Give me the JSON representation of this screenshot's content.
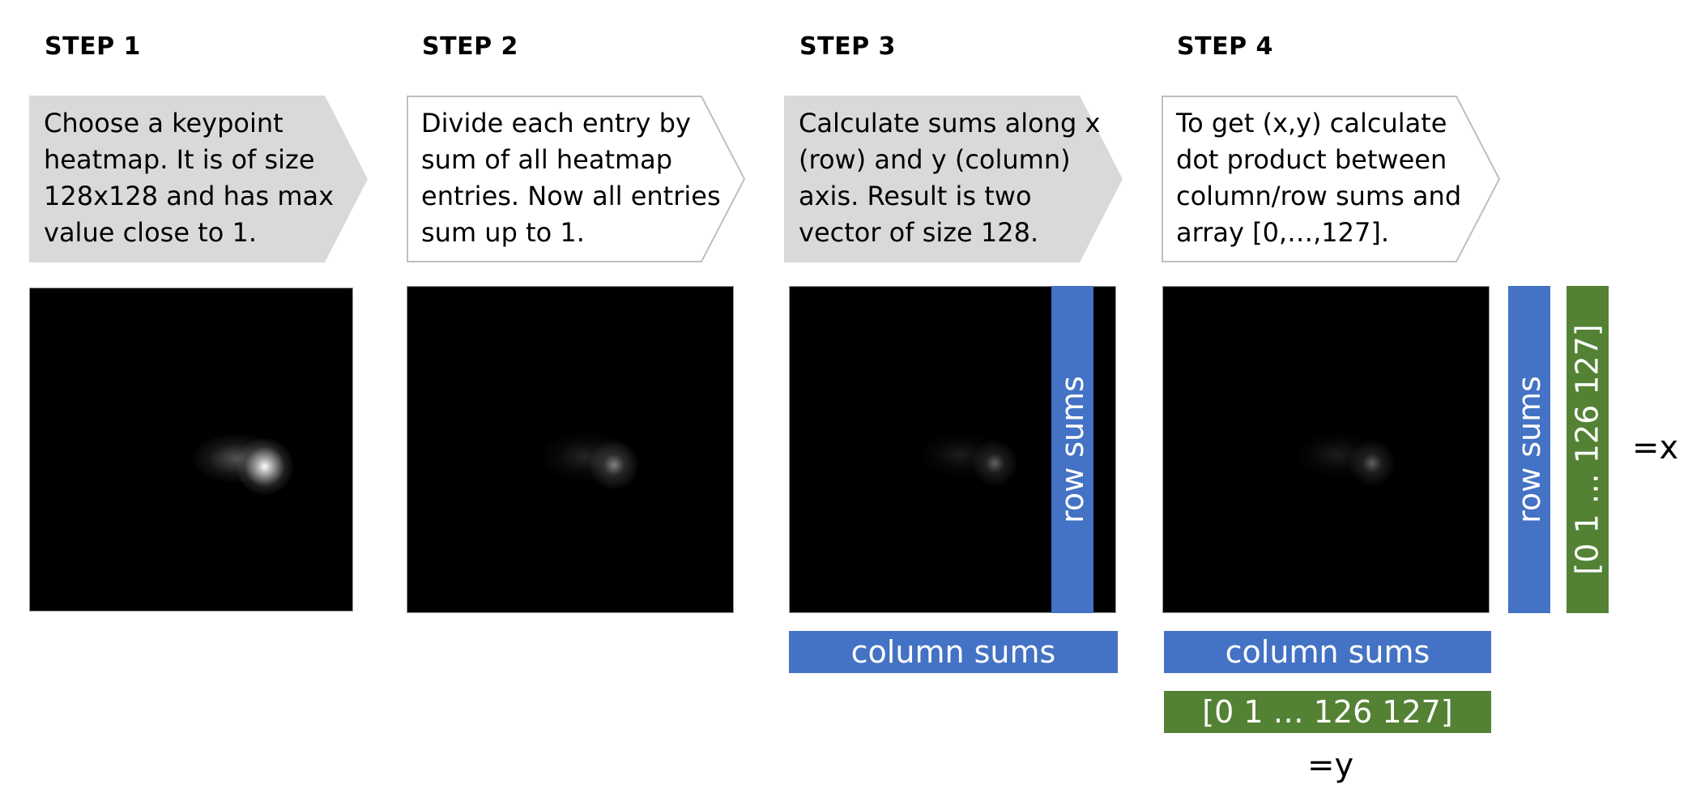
{
  "steps": [
    {
      "title": "STEP 1",
      "text": "Choose a keypoint heatmap. It is of size 128x128 and has max value close to 1."
    },
    {
      "title": "STEP 2",
      "text": "Divide each entry by sum of all heatmap entries. Now all entries sum up to 1."
    },
    {
      "title": "STEP 3",
      "text": "Calculate sums along x (row) and y (column) axis. Result is two vector of size 128."
    },
    {
      "title": "STEP 4",
      "text": "To get (x,y) calculate dot product between column/row sums and array [0,…,127]."
    }
  ],
  "labels": {
    "row_sums": "row sums",
    "column_sums": "column sums",
    "index_array": "[0 1 … 126 127]",
    "eq_x": "=x",
    "eq_y": "=y"
  },
  "colors": {
    "arrow_gray": "#d9d9d9",
    "arrow_outline": "#bfbfbf",
    "blue": "#4472c4",
    "green": "#548235"
  }
}
